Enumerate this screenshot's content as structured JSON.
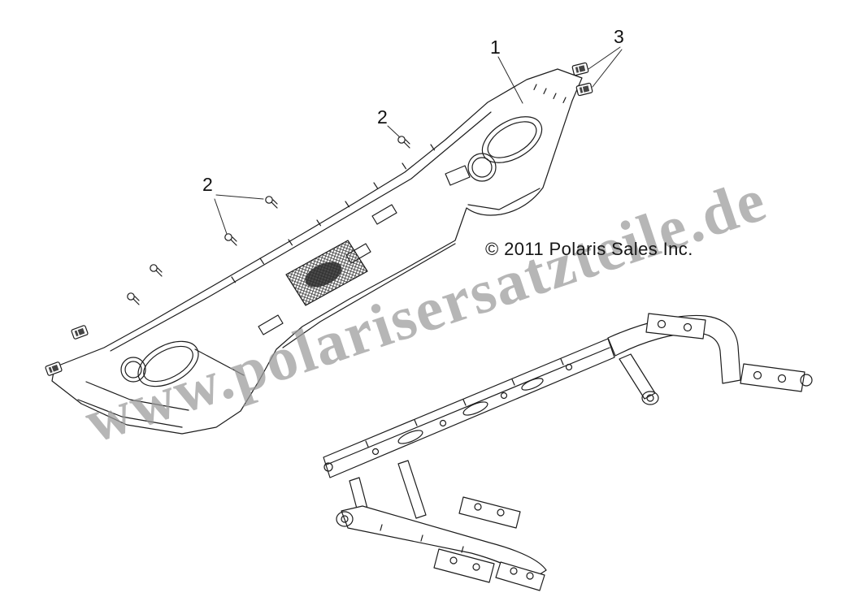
{
  "diagram": {
    "watermark": "www.polarisersatzteile.de",
    "copyright": "© 2011 Polaris Sales Inc.",
    "callouts": [
      {
        "label": "1"
      },
      {
        "label": "2"
      },
      {
        "label": "2"
      },
      {
        "label": "3"
      }
    ]
  }
}
